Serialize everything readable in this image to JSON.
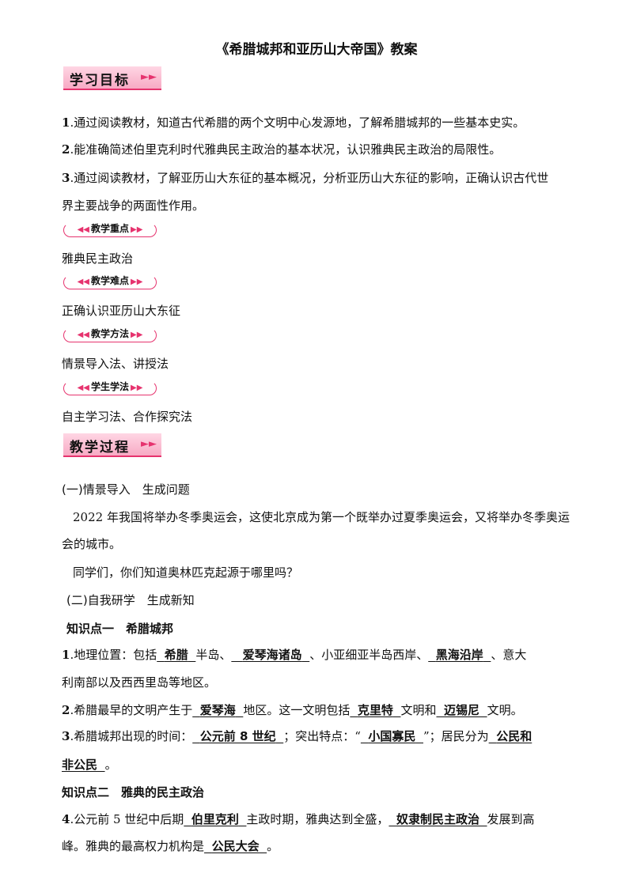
{
  "title": "《希腊城邦和亚历山大帝国》教案",
  "sections": {
    "objectives": "学习目标",
    "key_point": "教学重点",
    "difficulty": "教学难点",
    "method": "教学方法",
    "study_method": "学生学法",
    "process": "教学过程"
  },
  "objectives": {
    "o1_num": "1",
    "o1_text": ".通过阅读教材，知道古代希腊的两个文明中心发源地，了解希腊城邦的一些基本史实。",
    "o2_num": "2",
    "o2_text": ".能准确简述伯里克利时代雅典民主政治的基本状况，认识雅典民主政治的局限性。",
    "o3_num": "3",
    "o3_line1": ".通过阅读教材，了解亚历山大东征的基本概况，分析亚历山大东征的影响，正确认识古代世",
    "o3_line2": "界主要战争的两面性作用。"
  },
  "key_point_text": "雅典民主政治",
  "difficulty_text": "正确认识亚历山大东征",
  "method_text": "情景导入法、讲授法",
  "study_method_text": "自主学习法、合作探究法",
  "process": {
    "part1_heading": "(一)情景导入　生成问题",
    "intro_line1": "2022 年我国将举办冬季奥运会，这使北京成为第一个既举办过夏季奥运会，又将举办冬季奥运",
    "intro_line2": "会的城市。",
    "intro_question": "同学们，你们知道奥林匹克起源于哪里吗？",
    "part2_heading": "(二)自我研学　生成新知",
    "kp1_heading": "知识点一　希腊城邦",
    "q1": {
      "num": "1",
      "prefix": ".地理位置：包括",
      "a1": "希腊",
      "t1": "半岛、",
      "a2": "爱琴海诸岛",
      "t2": "、小亚细亚半岛西岸、",
      "a3": "黑海沿岸",
      "t3": "、意大",
      "line2": "利南部以及西西里岛等地区。"
    },
    "q2": {
      "num": "2",
      "prefix": ".希腊最早的文明产生于",
      "a1": "爱琴海",
      "t1": "地区。这一文明包括",
      "a2": "克里特",
      "t2": "文明和",
      "a3": "迈锡尼",
      "t3": "文明。"
    },
    "q3": {
      "num": "3",
      "prefix": ".希腊城邦出现的时间：",
      "a1": "公元前 8 世纪",
      "t1": "；突出特点：“",
      "a2": "小国寡民",
      "t2": "”；居民分为",
      "a3_line1": "公民和",
      "a3_line2": "非公民",
      "t3": "。"
    },
    "kp2_heading": "知识点二　雅典的民主政治",
    "q4": {
      "num": "4",
      "prefix": ".公元前 5 世纪中后期",
      "a1": "伯里克利",
      "t1": "主政时期，雅典达到全盛，",
      "a2": "奴隶制民主政治",
      "t2": "发展到高",
      "line2_prefix": "峰。雅典的最高权力机构是",
      "a3": "公民大会",
      "t3": "。"
    }
  },
  "colors": {
    "accent": "#e6336e",
    "banner_fill": "#f7aac4"
  }
}
